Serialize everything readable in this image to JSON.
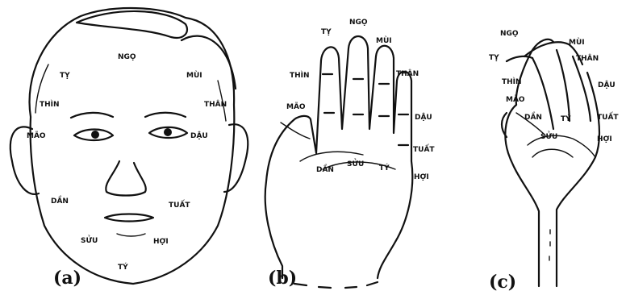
{
  "figures": {
    "face": {
      "caption": "(a)",
      "labels": {
        "ngo": "NGỌ",
        "ty_top": "TỴ",
        "mui": "MÙI",
        "thin": "THÌN",
        "than": "THÂN",
        "mao": "MÃO",
        "dau": "DẬU",
        "dan": "DẦN",
        "tuat": "TUẤT",
        "suu": "SỬU",
        "hoi": "HỢI",
        "ty_chin": "TÝ"
      }
    },
    "hand": {
      "caption": "(b)",
      "labels": {
        "ty_top": "TỴ",
        "ngo": "NGỌ",
        "mui": "MÙI",
        "thin": "THÌN",
        "than": "THÂN",
        "mao": "MÃO",
        "dau": "DẬU",
        "tuat": "TUẤT",
        "dan": "DẦN",
        "suu": "SỬU",
        "ty_palm": "TÝ",
        "hoi": "HỢI"
      }
    },
    "tree": {
      "caption": "(c)",
      "labels": {
        "ngo": "NGỌ",
        "mui": "MÙI",
        "ty_top": "TỴ",
        "than": "THÂN",
        "thin": "THÌN",
        "dau": "DẬU",
        "mao": "MÃO",
        "tuat": "TUẤT",
        "dan": "DẦN",
        "ty_base": "TÝ",
        "hoi": "HỢI",
        "suu": "SỬU"
      }
    }
  },
  "colors": {
    "ink": "#111111",
    "paper": "#ffffff"
  }
}
